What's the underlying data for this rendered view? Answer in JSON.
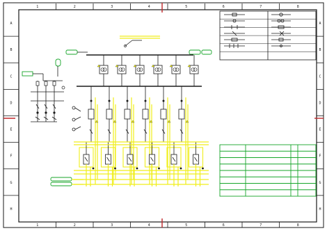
{
  "sheet": {
    "column_labels": [
      "1",
      "2",
      "3",
      "4",
      "5",
      "6",
      "7",
      "8"
    ],
    "row_labels": [
      "A",
      "B",
      "C",
      "D",
      "E",
      "F",
      "G",
      "H"
    ]
  },
  "legend": {
    "rows": 6
  },
  "title_block": {
    "rows": 8
  },
  "colors": {
    "frame": "#1a1a1a",
    "busbar": "#1a1a1a",
    "control_wiring": "#f0ee1a",
    "tags": "#17a62a",
    "title_block_lines": "#17a62a",
    "marker": "#c0262a",
    "background": "#ffffff"
  },
  "diagram": {
    "feeder_panels": 6,
    "transformer_units": 6,
    "pump_units": 6,
    "left_feeder_breakers": 3
  }
}
